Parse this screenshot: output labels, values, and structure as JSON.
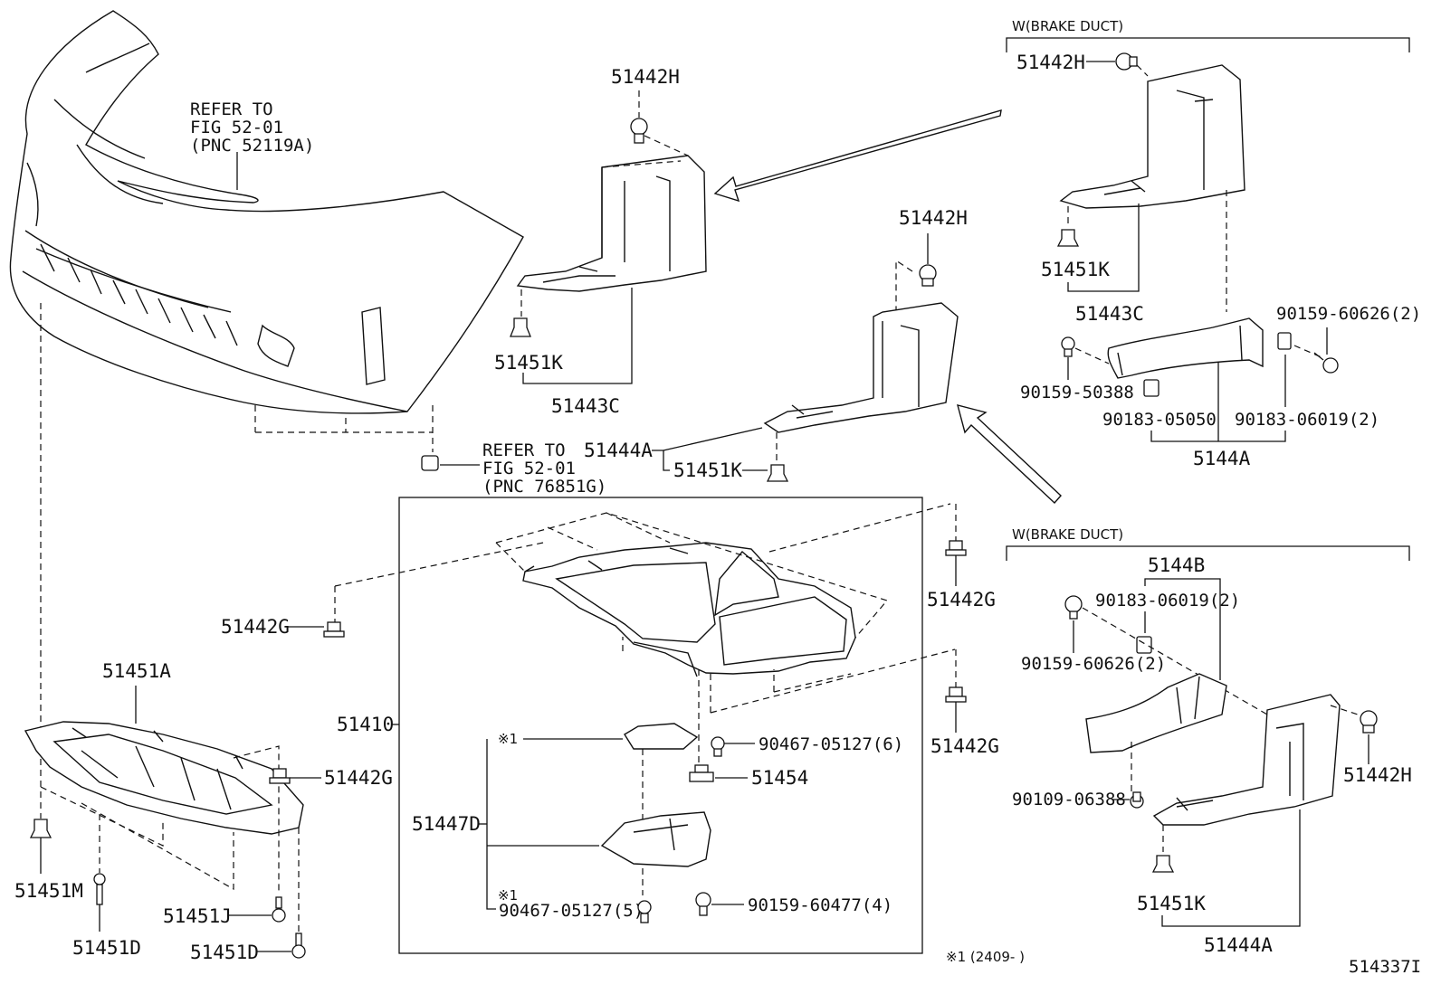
{
  "refer_top": {
    "line1": "REFER TO",
    "line2": "FIG 52-01",
    "line3": "(PNC 52119A)"
  },
  "refer_mid": {
    "line1": "REFER TO",
    "line2": "FIG 52-01",
    "line3": "(PNC 76851G)"
  },
  "brake_duct_top": "W(BRAKE DUCT)",
  "brake_duct_bottom": "W(BRAKE DUCT)",
  "note_mark": "※1",
  "footnote": "※1 (2409-      )",
  "figure_id": "514337I",
  "parts": {
    "p51442H_a": "51442H",
    "p51442H_b": "51442H",
    "p51442H_c": "51442H",
    "p51442H_d": "51442H",
    "p51451K_a": "51451K",
    "p51451K_b": "51451K",
    "p51451K_c": "51451K",
    "p51451K_d": "51451K",
    "p51443C_a": "51443C",
    "p51443C_b": "51443C",
    "p51444A_a": "51444A",
    "p51444A_b": "51444A",
    "p90159_60626_a": "90159-60626(2)",
    "p90159_60626_b": "90159-60626(2)",
    "p90159_50388": "90159-50388",
    "p90183_05050": "90183-05050",
    "p90183_06019_a": "90183-06019(2)",
    "p90183_06019_b": "90183-06019(2)",
    "p5144A": "5144A",
    "p5144B": "5144B",
    "p51442G_a": "51442G",
    "p51442G_b": "51442G",
    "p51442G_c": "51442G",
    "p51442G_d": "51442G",
    "p51410": "51410",
    "p51451A": "51451A",
    "p90467_05127_6": "90467-05127(6)",
    "p51454": "51454",
    "p51447D": "51447D",
    "p90467_05127_5": "90467-05127(5)",
    "p90159_60477": "90159-60477(4)",
    "p90109_06388": "90109-06388",
    "p51451M": "51451M",
    "p51451D_a": "51451D",
    "p51451D_b": "51451D",
    "p51451J": "51451J"
  }
}
